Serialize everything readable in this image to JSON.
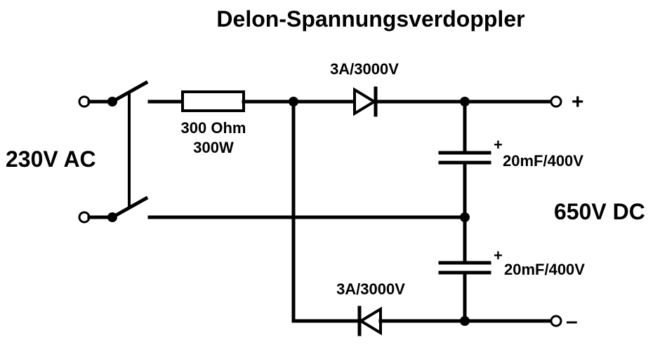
{
  "title": "Delon-Spannungsverdoppler",
  "input": {
    "label": "230V AC"
  },
  "output": {
    "label": "650V DC",
    "plus": "+",
    "minus": "–"
  },
  "resistor": {
    "value": "300 Ohm",
    "power": "300W"
  },
  "diode_top": {
    "label": "3A/3000V"
  },
  "diode_bottom": {
    "label": "3A/3000V"
  },
  "capacitor_top": {
    "label": "20mF/400V",
    "polarity": "+"
  },
  "capacitor_bottom": {
    "label": "20mF/400V",
    "polarity": "+"
  }
}
